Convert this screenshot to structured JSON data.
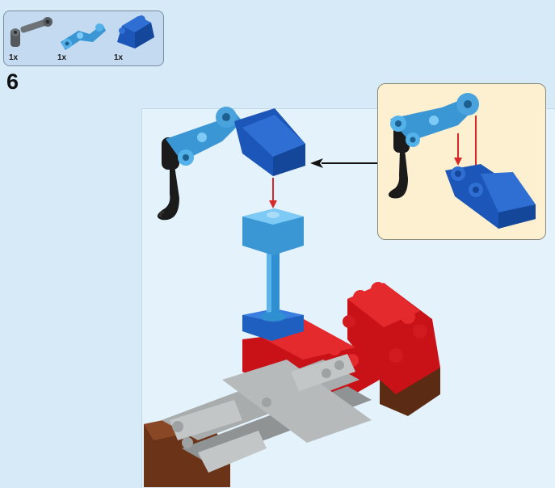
{
  "step": {
    "number": "6"
  },
  "parts": [
    {
      "qty": "1x",
      "icon": "grey-crane-arm-icon"
    },
    {
      "qty": "1x",
      "icon": "azure-hinge-plate-icon"
    },
    {
      "qty": "1x",
      "icon": "blue-slope-brick-icon"
    }
  ],
  "colors": {
    "background": "#d6ebf7",
    "callout": "#fdf0d0",
    "arrow": "#d8282a",
    "lego_red": "#d0151a",
    "lego_blue": "#1f5fbf",
    "lego_azure": "#4aa3dc",
    "lego_brown": "#6b3419",
    "lego_grey": "#a8acac",
    "lego_black": "#1b1b1b"
  }
}
